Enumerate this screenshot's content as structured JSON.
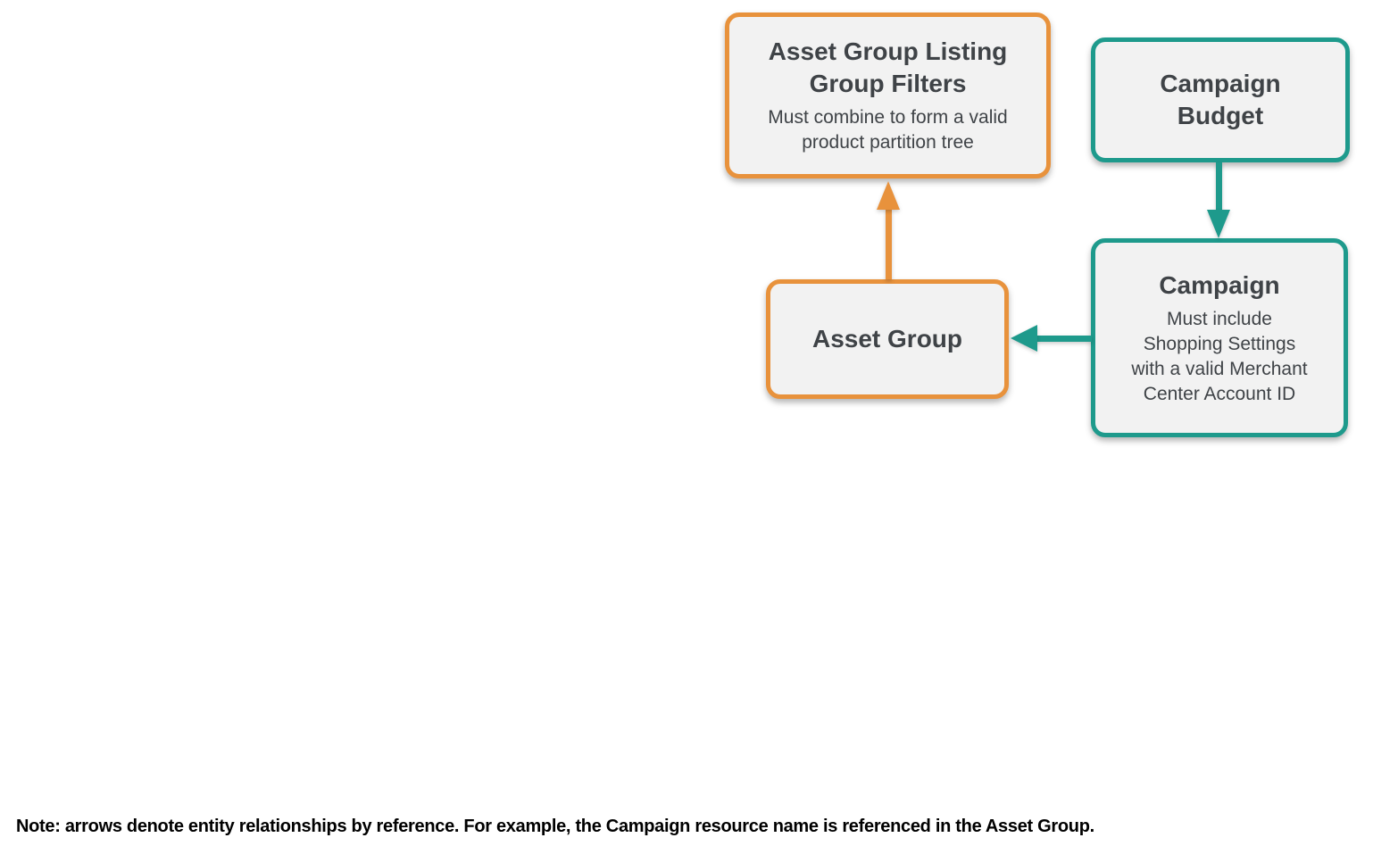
{
  "colors": {
    "orange": "#E8923C",
    "teal": "#1E9A8C",
    "box_fill": "#F2F2F2",
    "text": "#3F4347",
    "note_text": "#000000"
  },
  "diagram": {
    "nodes": {
      "asset_group_listing_group_filters": {
        "title": "Asset Group Listing\nGroup Filters",
        "subtitle": "Must combine to form a valid\nproduct partition tree",
        "accent": "orange"
      },
      "campaign_budget": {
        "title": "Campaign\nBudget",
        "accent": "teal"
      },
      "asset_group": {
        "title": "Asset Group",
        "accent": "orange"
      },
      "campaign": {
        "title": "Campaign",
        "subtitle": "Must include\nShopping Settings\nwith a valid Merchant\nCenter Account ID",
        "accent": "teal"
      }
    },
    "edges": [
      {
        "from": "asset_group",
        "to": "asset_group_listing_group_filters",
        "color": "orange",
        "direction": "up"
      },
      {
        "from": "campaign_budget",
        "to": "campaign",
        "color": "teal",
        "direction": "down"
      },
      {
        "from": "campaign",
        "to": "asset_group",
        "color": "teal",
        "direction": "left"
      }
    ]
  },
  "note": "Note: arrows denote entity relationships by reference. For example, the Campaign resource name is referenced in the Asset Group."
}
